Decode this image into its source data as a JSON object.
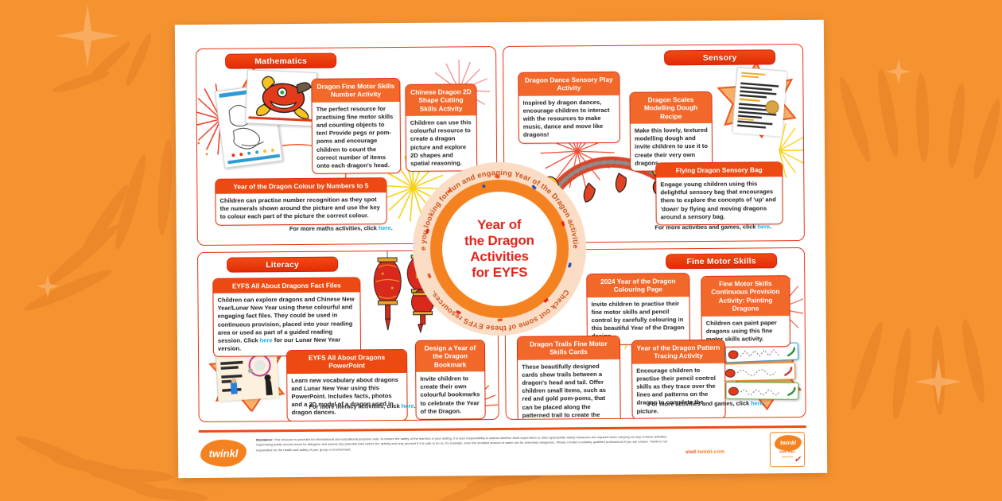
{
  "poster": {
    "background_color": "#F59331",
    "accent_red": "#E2231A",
    "accent_orange": "#F58220",
    "link_color": "#17ADE3"
  },
  "centre": {
    "title_lines": [
      "Year of",
      "the Dragon",
      "Activities",
      "for EYFS"
    ],
    "curved_top": "Are you looking for fun and engaging Year of the Dragon activities?",
    "curved_bottom": "Check out some of these EYFS resources."
  },
  "sections": [
    {
      "id": "mathematics",
      "title": "Mathematics",
      "cards": [
        {
          "heading": "Dragon Fine Motor Skills Number Activity",
          "body": "The perfect resource for practising fine motor skills and counting objects to ten! Provide pegs or pom-poms and encourage children to count the correct number of items onto each dragon's head."
        },
        {
          "heading": "Chinese Dragon 2D Shape Cutting Skills Activity",
          "body": "Children can use this colourful resource to create a dragon picture and explore 2D shapes and spatial reasoning."
        },
        {
          "heading": "Year of the Dragon Colour by Numbers to 5",
          "body": "Children can practise number recognition as they spot the numerals shown around the picture and use the key to colour each part of the picture the correct colour."
        }
      ],
      "footer_text": "For more maths activities, click ",
      "footer_link": "here",
      "footer_end": "."
    },
    {
      "id": "sensory",
      "title": "Sensory",
      "cards": [
        {
          "heading": "Dragon Dance Sensory Play Activity",
          "body": "Inspired by dragon dances, encourage children to interact with the resources to make music, dance and move like dragons!"
        },
        {
          "heading": "Dragon Scales Modelling Dough Recipe",
          "body": "Make this lovely, textured modelling dough and invite children to use it to create their very own dragons."
        },
        {
          "heading": "Flying Dragon Sensory Bag",
          "body": "Engage young children using this delightful sensory bag that encourages them to explore the concepts of 'up' and 'down' by flying and moving dragons around a sensory bag."
        }
      ],
      "footer_text": "For more activities and games, click ",
      "footer_link": "here",
      "footer_end": "."
    },
    {
      "id": "literacy",
      "title": "Literacy",
      "cards": [
        {
          "heading": "EYFS All About Dragons Fact Files",
          "body_pre": "Children can explore dragons and Chinese New Year/Lunar New Year using these colourful and engaging fact files. They could be used in continuous provision, placed into your reading area or used as part of a guided reading session. Click ",
          "body_link": "here",
          "body_post": " for our Lunar New Year version."
        },
        {
          "heading": "EYFS All About Dragons PowerPoint",
          "body": "Learn new vocabulary about dragons and Lunar New Year using this PowerPoint. Includes facts, photos and a 3D model of a dragon used in dragon dances."
        },
        {
          "heading": "Design a Year of the Dragon Bookmark",
          "body": "Invite children to create their own colourful bookmarks to celebrate the Year of the Dragon."
        }
      ],
      "footer_text": "For more literacy activities, click ",
      "footer_link": "here",
      "footer_end": "."
    },
    {
      "id": "fine-motor-skills",
      "title": "Fine Motor Skills",
      "cards": [
        {
          "heading": "2024 Year of the Dragon Colouring Page",
          "body": "Invite children to practise their fine motor skills and pencil control by carefully colouring in this beautiful Year of the Dragon design."
        },
        {
          "heading": "Fine Motor Skills Continuous Provision Activity: Painting Dragons",
          "body": "Children can paint paper dragons using this fine motor skills activity."
        },
        {
          "heading": "Dragon Trails Fine Motor Skills Cards",
          "body": "These beautifully designed cards show trails between a dragon's head and tail. Offer children small items, such as red and gold pom-poms, that can be placed along the patterned trail to create the dragon's body."
        },
        {
          "heading": "Year of the Dragon Pattern Tracing Activity",
          "body": "Encourage children to practise their pencil control skills as they trace over the lines and patterns on the dragon to complete the picture."
        }
      ],
      "footer_text": "For more activities and games, click ",
      "footer_link": "here",
      "footer_end": "."
    }
  ],
  "footer": {
    "disclaimer_label": "Disclaimer:",
    "disclaimer": " This resource is provided for informational and educational purposes only. To ensure the safety of the learners in your setting, it is your responsibility to assess whether adult supervision or other appropriate safety measures are required when carrying out any of these activities. Supervising adults should check for allergens and assess any potential risks before the activity and only proceed if it is safe to do so, for example, even the smallest amount of water can be extremely dangerous. Please contact a suitably qualified professional if you are unsure. Twinkl is not responsible for the health and safety of your group or environment.",
    "visit_prefix": "visit ",
    "visit_site": "twinkl.com",
    "logo_text": "twinkl",
    "badge_line1": "twinkl",
    "badge_line2": "Early Years",
    "badge_line3": "Approved"
  }
}
